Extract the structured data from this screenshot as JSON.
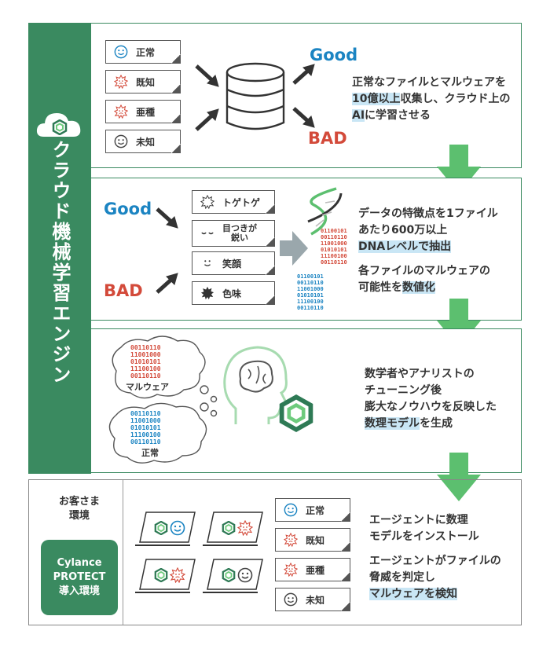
{
  "engine": {
    "title": "クラウド機械学習エンジン"
  },
  "tags": {
    "normal": "正常",
    "known": "既知",
    "variant": "亜種",
    "unknown": "未知",
    "spiky": "トゲトゲ",
    "sharp_line1": "目つきが",
    "sharp_line2": "鋭い",
    "smile": "笑顔",
    "color": "色味"
  },
  "labels": {
    "good": "Good",
    "bad": "BAD"
  },
  "panel1": {
    "l1a": "正常なファイルとマルウェアを",
    "l2a": "10億以上",
    "l2b": "収集し、クラウド上の",
    "l3a": "AI",
    "l3b": "に学習させる"
  },
  "panel2": {
    "l1": "データの特徴点を1ファイル",
    "l2": "あたり600万以上",
    "l3a": "DNAレベルで抽出",
    "l4": "各ファイルのマルウェアの",
    "l5a": "可能性を",
    "l5b": "数値化"
  },
  "panel3": {
    "thought1": "マルウェア",
    "thought2": "正常",
    "l1": "数学者やアナリストの",
    "l2": "チューニング後",
    "l3": "膨大なノウハウを反映した",
    "l4a": "数理モデル",
    "l4b": "を生成"
  },
  "binary": {
    "red": [
      "00110110",
      "11001000",
      "01010101",
      "11100100",
      "00110110"
    ],
    "blue": [
      "00110110",
      "11001000",
      "01010101",
      "11100100",
      "00110110"
    ],
    "dna_red": [
      "01100101",
      "00110110",
      "11001000",
      "01010101",
      "11100100",
      "00110110"
    ],
    "dna_blue": [
      "01100101",
      "00110110",
      "11001000",
      "01010101",
      "11100100",
      "00110110"
    ]
  },
  "panel4": {
    "env_line1": "お客さま",
    "env_line2": "環境",
    "product_l1": "Cylance",
    "product_l2": "PROTECT",
    "product_l3": "導入環境",
    "l1": "エージェントに数理",
    "l2": "モデルをインストール",
    "l3": "エージェントがファイルの",
    "l4": "脅威を判定し",
    "l5a": "マルウェアを検知"
  },
  "colors": {
    "green": "#3a8a60",
    "arrow_green": "#5cbf6f",
    "good_blue": "#1b84c2",
    "bad_red": "#d34a3a",
    "highlight": "#c9e6f5"
  }
}
